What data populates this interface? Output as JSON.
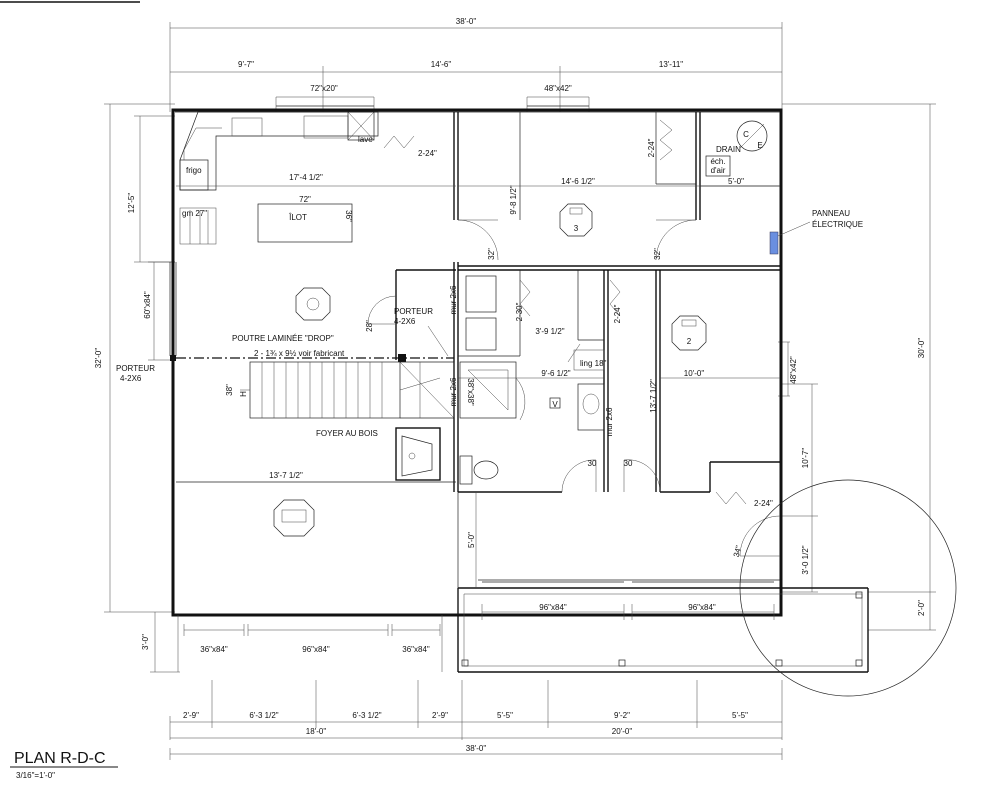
{
  "title": {
    "name": "PLAN R-D-C",
    "scale": "3/16\"=1'-0\""
  },
  "dims": {
    "overall_top": "38'-0\"",
    "overall_bottom": "38'-0\"",
    "top_a": "9'-7\"",
    "top_b": "14'-6\"",
    "top_c": "13'-11\"",
    "bottom_a": "2'-9\"",
    "bottom_b": "6'-3 1/2\"",
    "bottom_c": "6'-3 1/2\"",
    "bottom_d": "2'-9\"",
    "bottom_e": "5'-5\"",
    "bottom_f": "9'-2\"",
    "bottom_g": "5'-5\"",
    "bottom_left_total": "18'-0\"",
    "bottom_right_total": "20'-0\"",
    "left_overall": "32'-0\"",
    "left_a": "12'-5\"",
    "left_b": "3'-0\"",
    "right_overall": "30'-0\"",
    "right_a": "10'-7\"",
    "right_b": "3'-0 1/2\"",
    "right_c": "2'-0\""
  },
  "windows": {
    "w1": "72\"x20\"",
    "w2": "48\"x42\"",
    "w3": "60\"x84\"",
    "w4": "48\"x42\"",
    "w5": "36\"x84\"",
    "w6": "96\"x84\"",
    "w7": "36\"x84\"",
    "w8": "96\"x84\"",
    "w9": "96\"x84\""
  },
  "rooms": {
    "frigo": "frigo",
    "gm": "gm 27\"",
    "ilot": "ÎLOT",
    "ilot_w": "72\"",
    "ilot_d": "36\"",
    "lave": "lave",
    "kitchen_len": "17'-4 1/2\"",
    "mid_len": "14'-6 1/2\"",
    "mid_h": "9'-8 1/2\"",
    "drain": "DRAIN",
    "ech": "éch.",
    "dair": "d'air",
    "ce_c": "C",
    "ce_e": "E",
    "five_zero_a": "5'-0\"",
    "five_zero_b": "5'-0\"",
    "closet_a": "2-24\"",
    "closet_b": "2-24\"",
    "closet_c": "2-24\"",
    "closet_d": "2-24\"",
    "closet_e": "2-30\"",
    "panneau_1": "PANNEAU",
    "panneau_2": "ÉLECTRIQUE",
    "bed3": "3",
    "bed2": "2",
    "d32a": "32\"",
    "d32b": "32\"",
    "d28": "28\"",
    "d30a": "30",
    "d30b": "30",
    "d34": "34\"",
    "mur_a": "mur 2x6",
    "mur_b": "mur 2x6",
    "mur_c": "mur 2x6",
    "porteur_a1": "PORTEUR",
    "porteur_a2": "4-2X6",
    "porteur_b1": "PORTEUR",
    "porteur_b2": "4-2X6",
    "poutre": "POUTRE LAMINÉE \"DROP\"",
    "poutre2": "2 - 1¾ x 9½ voir fabricant",
    "stair_w": "38\"",
    "stair_h": "H",
    "bath_w": "3'-9 1/2\"",
    "bath_l": "9'-6 1/2\"",
    "bath_d": "38\"x38\"",
    "ling": "ling 18\"",
    "v": "V",
    "bed2_w": "10'-0\"",
    "bed2_h": "13'-7 1/2\"",
    "foyer": "FOYER AU BOIS",
    "living_len": "13'-7 1/2\"",
    "dim_5_0": "5'-0\""
  }
}
